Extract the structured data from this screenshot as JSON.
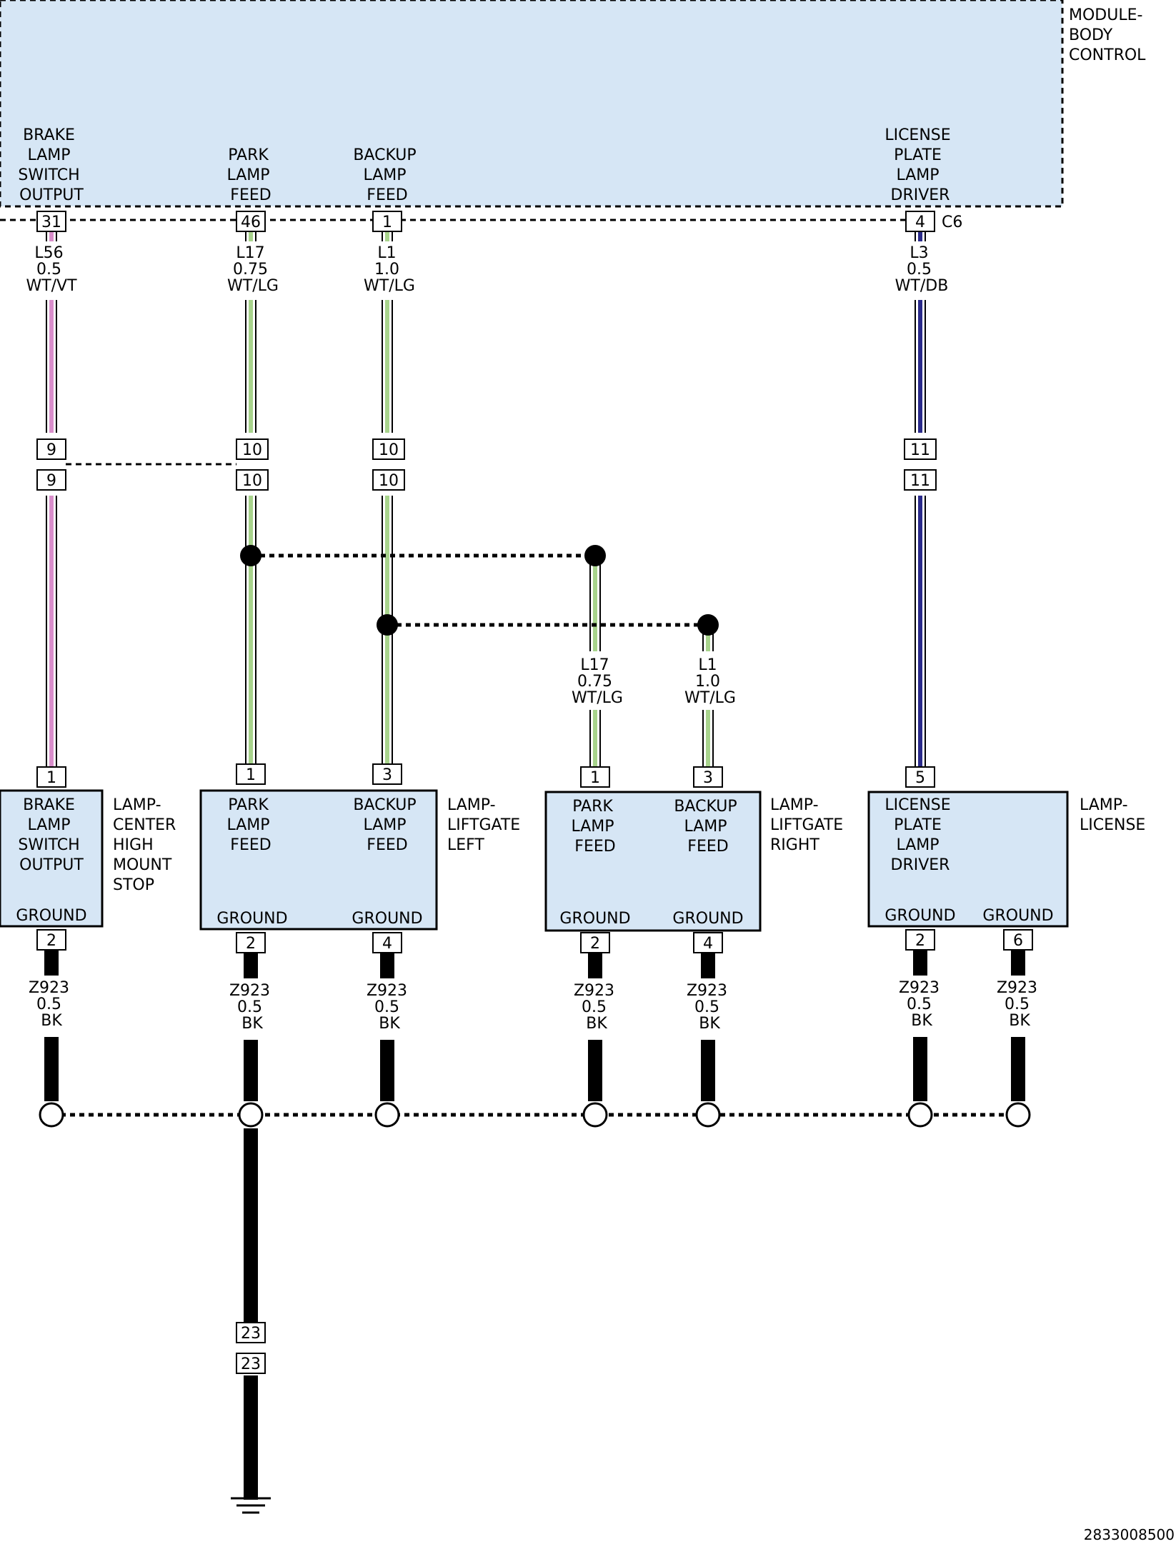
{
  "module": {
    "name_lines": [
      "MODULE-",
      "BODY",
      "CONTROL"
    ],
    "connector": "C6",
    "pins": [
      {
        "label_lines": [
          "BRAKE",
          "LAMP",
          "SWITCH",
          "OUTPUT"
        ],
        "cavity": "31"
      },
      {
        "label_lines": [
          "PARK",
          "LAMP",
          "FEED"
        ],
        "cavity": "46"
      },
      {
        "label_lines": [
          "BACKUP",
          "LAMP",
          "FEED"
        ],
        "cavity": "1"
      },
      {
        "label_lines": [
          "LICENSE",
          "PLATE",
          "LAMP",
          "DRIVER"
        ],
        "cavity": "4"
      }
    ]
  },
  "wires": [
    {
      "circuit": "L56",
      "gauge": "0.5",
      "color": "WT/VT",
      "tracer_color": "#d98ecb"
    },
    {
      "circuit": "L17",
      "gauge": "0.75",
      "color": "WT/LG",
      "tracer_color": "#a8d48c"
    },
    {
      "circuit": "L1",
      "gauge": "1.0",
      "color": "WT/LG",
      "tracer_color": "#a8d48c"
    },
    {
      "circuit": "L3",
      "gauge": "0.5",
      "color": "WT/DB",
      "tracer_color": "#2a2a8a"
    }
  ],
  "inline_connector_cavities": [
    "9",
    "10",
    "10",
    "11"
  ],
  "branch_wires": [
    {
      "circuit": "L17",
      "gauge": "0.75",
      "color": "WT/LG"
    },
    {
      "circuit": "L1",
      "gauge": "1.0",
      "color": "WT/LG"
    }
  ],
  "components": [
    {
      "name_lines": [
        "LAMP-",
        "CENTER",
        "HIGH",
        "MOUNT",
        "STOP"
      ],
      "pins": [
        {
          "label_lines": [
            "BRAKE",
            "LAMP",
            "SWITCH",
            "OUTPUT"
          ],
          "cavity": "1"
        },
        {
          "label_lines": [
            "GROUND"
          ],
          "cavity": "2"
        }
      ]
    },
    {
      "name_lines": [
        "LAMP-",
        "LIFTGATE",
        "LEFT"
      ],
      "pins": [
        {
          "label_lines": [
            "PARK",
            "LAMP",
            "FEED"
          ],
          "cavity": "1"
        },
        {
          "label_lines": [
            "BACKUP",
            "LAMP",
            "FEED"
          ],
          "cavity": "3"
        },
        {
          "label_lines": [
            "GROUND"
          ],
          "cavity": "2"
        },
        {
          "label_lines": [
            "GROUND"
          ],
          "cavity": "4"
        }
      ]
    },
    {
      "name_lines": [
        "LAMP-",
        "LIFTGATE",
        "RIGHT"
      ],
      "pins": [
        {
          "label_lines": [
            "PARK",
            "LAMP",
            "FEED"
          ],
          "cavity": "1"
        },
        {
          "label_lines": [
            "BACKUP",
            "LAMP",
            "FEED"
          ],
          "cavity": "3"
        },
        {
          "label_lines": [
            "GROUND"
          ],
          "cavity": "2"
        },
        {
          "label_lines": [
            "GROUND"
          ],
          "cavity": "4"
        }
      ]
    },
    {
      "name_lines": [
        "LAMP-",
        "LICENSE"
      ],
      "pins": [
        {
          "label_lines": [
            "LICENSE",
            "PLATE",
            "LAMP",
            "DRIVER"
          ],
          "cavity": "5"
        },
        {
          "label_lines": [
            "GROUND"
          ],
          "cavity": "2"
        },
        {
          "label_lines": [
            "GROUND"
          ],
          "cavity": "6"
        }
      ]
    }
  ],
  "ground_wire": {
    "circuit": "Z923",
    "gauge": "0.5",
    "color": "BK"
  },
  "ground_inline_cavity": "23",
  "figure_id": "2833008500",
  "colors": {
    "box_fill": "#d6e6f5",
    "ground_wire": "#000000"
  }
}
